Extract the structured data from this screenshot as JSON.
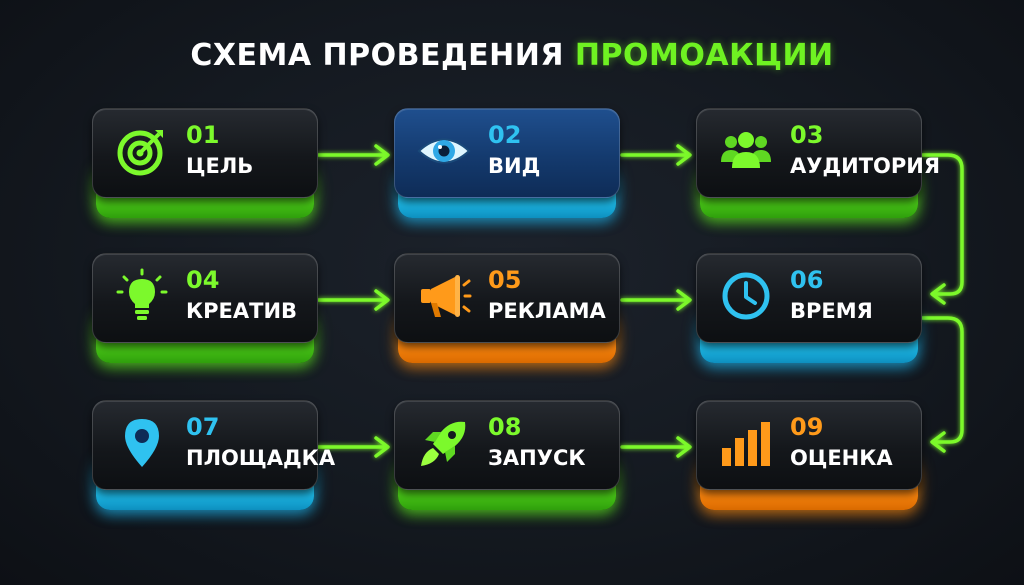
{
  "title": {
    "main": "СХЕМА ПРОВЕДЕНИЯ",
    "accent": "ПРОМОАКЦИИ"
  },
  "colors": {
    "green": "#7cf92c",
    "blue": "#2fc2f0",
    "orange": "#ff9a1a",
    "background": "#141920",
    "arrow": "#7cf92c"
  },
  "steps": [
    {
      "number": "01",
      "label": "ЦЕЛЬ",
      "icon": "target-icon",
      "color": "green"
    },
    {
      "number": "02",
      "label": "ВИД",
      "icon": "eye-icon",
      "color": "blue"
    },
    {
      "number": "03",
      "label": "АУДИТОРИЯ",
      "icon": "people-icon",
      "color": "green"
    },
    {
      "number": "04",
      "label": "КРЕАТИВ",
      "icon": "lightbulb-icon",
      "color": "green"
    },
    {
      "number": "05",
      "label": "РЕКЛАМА",
      "icon": "megaphone-icon",
      "color": "orange"
    },
    {
      "number": "06",
      "label": "ВРЕМЯ",
      "icon": "clock-icon",
      "color": "blue"
    },
    {
      "number": "07",
      "label": "ПЛОЩАДКА",
      "icon": "location-pin-icon",
      "color": "blue"
    },
    {
      "number": "08",
      "label": "ЗАПУСК",
      "icon": "rocket-icon",
      "color": "green"
    },
    {
      "number": "09",
      "label": "ОЦЕНКА",
      "icon": "bar-chart-icon",
      "color": "orange"
    }
  ]
}
